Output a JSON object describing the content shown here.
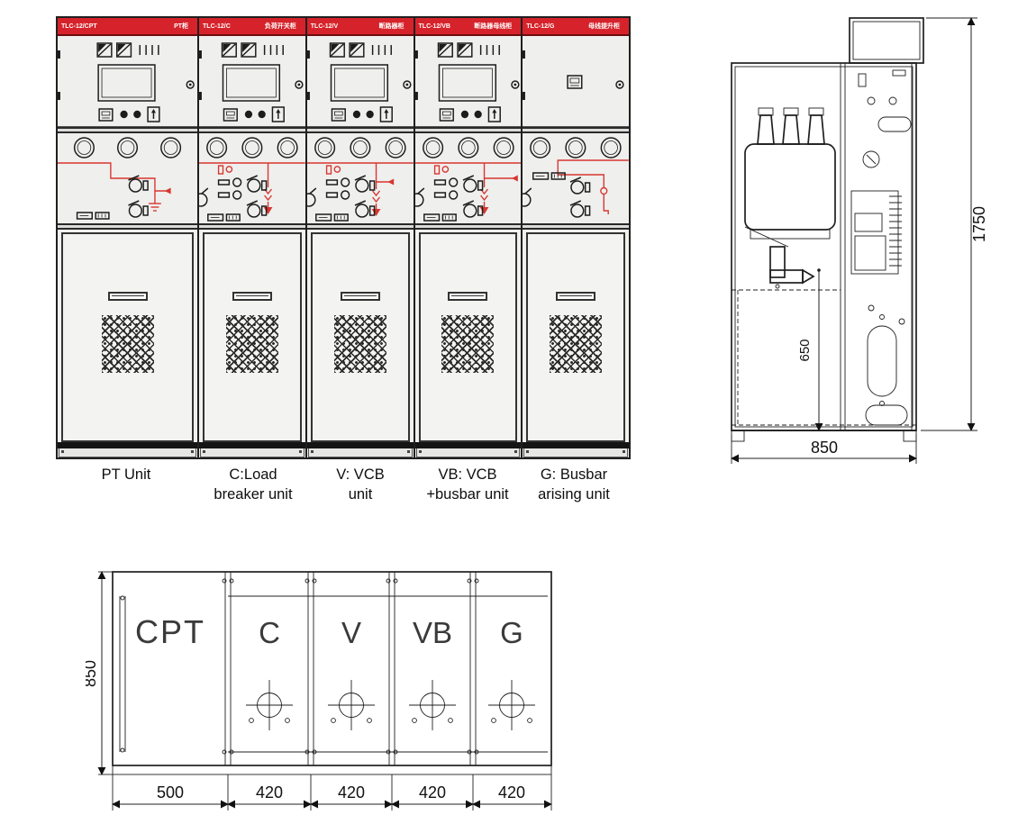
{
  "front_view": {
    "panels": [
      {
        "model": "TLC-12/CPT",
        "name_cn": "PT柜"
      },
      {
        "model": "TLC-12/C",
        "name_cn": "负荷开关柜"
      },
      {
        "model": "TLC-12/V",
        "name_cn": "断路器柜"
      },
      {
        "model": "TLC-12/VB",
        "name_cn": "断路器母线柜"
      },
      {
        "model": "TLC-12/G",
        "name_cn": "母线提升柜"
      }
    ]
  },
  "unit_labels": [
    {
      "line1": "PT Unit",
      "line2": ""
    },
    {
      "line1": "C:Load",
      "line2": "breaker unit"
    },
    {
      "line1": "V: VCB",
      "line2": "unit"
    },
    {
      "line1": "VB: VCB",
      "line2": "+busbar unit"
    },
    {
      "line1": "G: Busbar",
      "line2": "arising unit"
    }
  ],
  "side_view": {
    "height_mm": "1750",
    "inner_height_mm": "650",
    "depth_mm": "850"
  },
  "plan_view": {
    "depth_mm": "850",
    "sections": [
      {
        "label": "CPT",
        "width_mm": "500"
      },
      {
        "label": "C",
        "width_mm": "420"
      },
      {
        "label": "V",
        "width_mm": "420"
      },
      {
        "label": "VB",
        "width_mm": "420"
      },
      {
        "label": "G",
        "width_mm": "420"
      }
    ]
  },
  "colors": {
    "header_red": "#d6232b",
    "mimic_red": "#d8362f"
  },
  "icons": {
    "meter-icon": "square gauge with diagonal needle",
    "viewport-icon": "round inspection window",
    "switch-symbol-icon": "breaker mechanism glyph",
    "door-knob-icon": "small circle knob",
    "vent-grille-icon": "diamond mesh",
    "earth-symbol-icon": "three stacked bars"
  }
}
